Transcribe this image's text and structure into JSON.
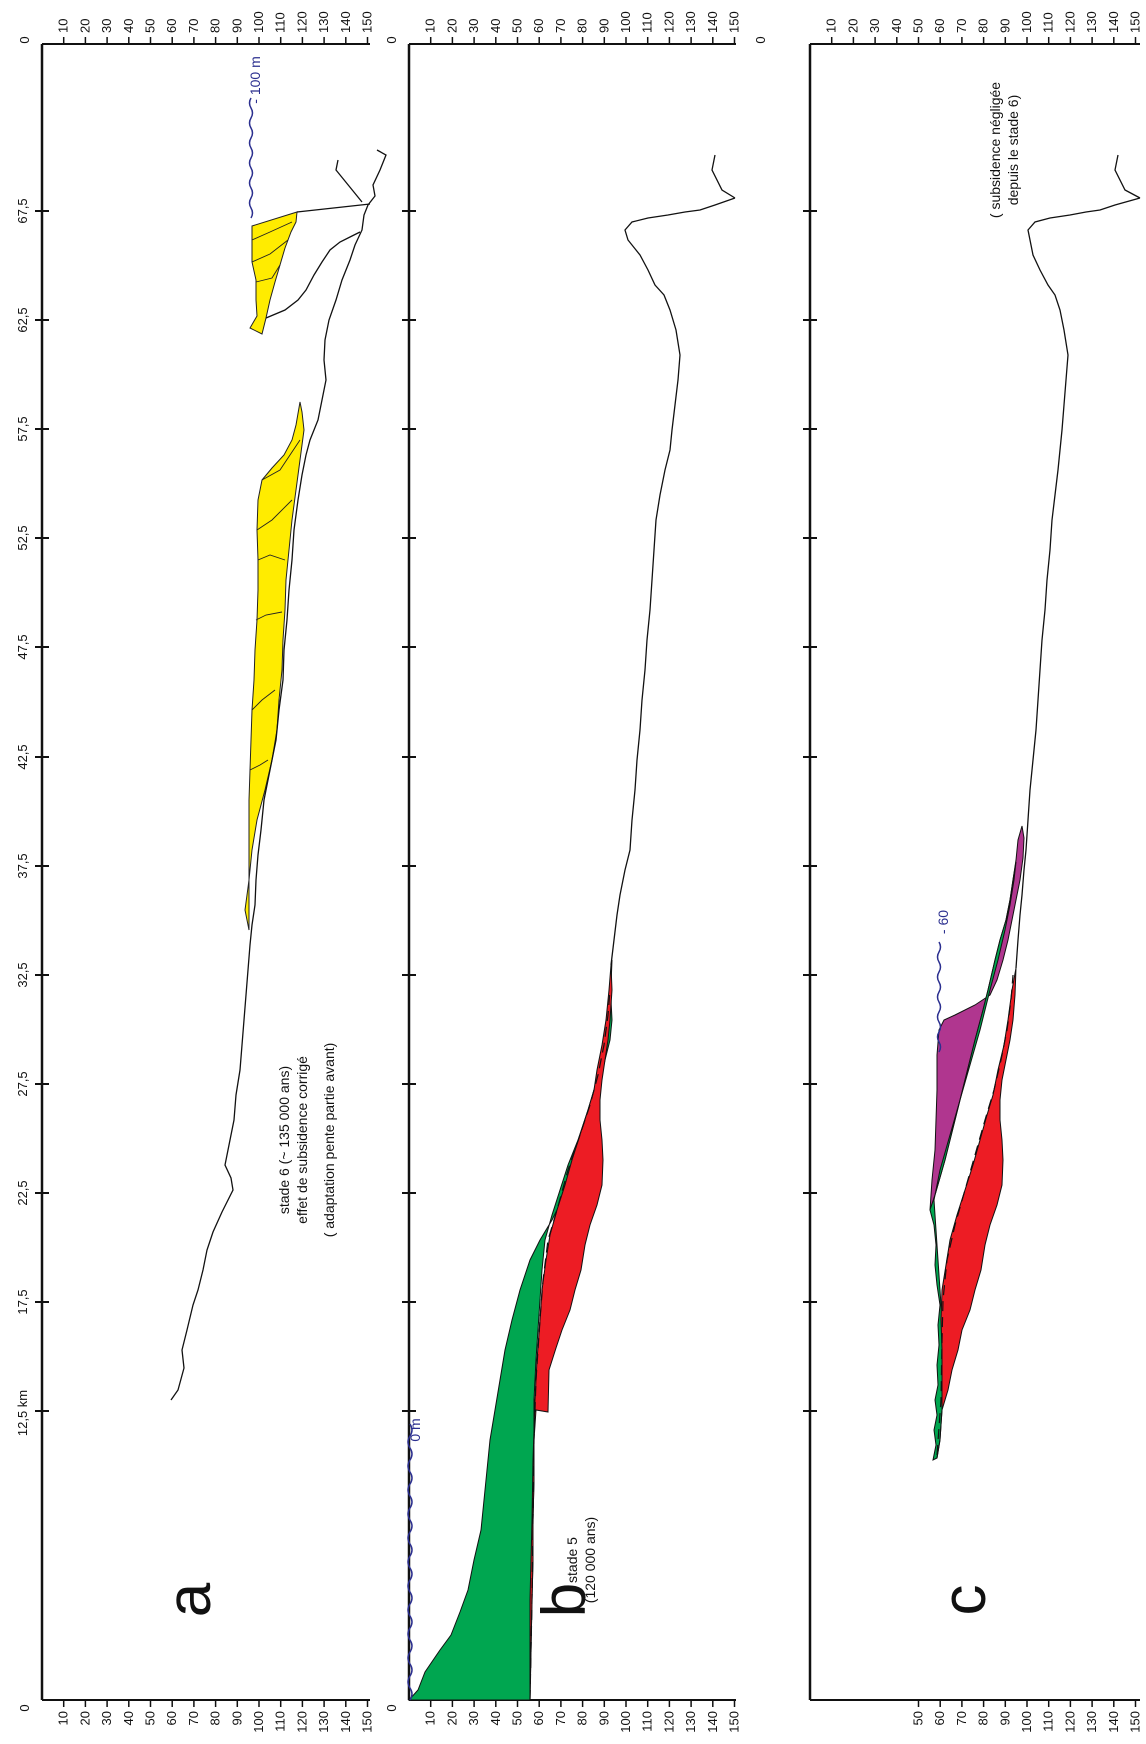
{
  "colors": {
    "axis": "#111111",
    "profile": "#111111",
    "sea_level": "#2b2f8f",
    "stage6": "#ffec00",
    "stage5_green": "#00a650",
    "stage5_red": "#ed1c24",
    "stage4_purple": "#b0368f"
  },
  "axis": {
    "km_ticks": [
      "12,5 km",
      "17,5",
      "22,5",
      "27,5",
      "32,5",
      "37,5",
      "42,5",
      "47,5",
      "52,5",
      "57,5",
      "62,5",
      "67,5"
    ],
    "depth_ticks_top": [
      "0",
      "10",
      "20",
      "30",
      "40",
      "50",
      "60",
      "70",
      "80",
      "90",
      "100",
      "110",
      "120",
      "130",
      "140",
      "150"
    ],
    "depth_ticks_bottom_a": [
      "0",
      "10",
      "20",
      "30",
      "40",
      "50",
      "60",
      "70",
      "80",
      "90",
      "100",
      "110",
      "120",
      "130",
      "140",
      "150"
    ],
    "depth_ticks_bottom_b": [
      "0",
      "10",
      "20",
      "30",
      "40",
      "50",
      "60",
      "70",
      "80",
      "90",
      "100",
      "110",
      "120",
      "130",
      "140",
      "150"
    ],
    "depth_ticks_bottom_c": [
      "50",
      "60",
      "70",
      "80",
      "90",
      "100",
      "110",
      "120",
      "130",
      "140",
      "150"
    ],
    "depth_ticks_left_c": [
      "0",
      "10",
      "20",
      "30",
      "40"
    ],
    "zero_labels": [
      "0",
      "0",
      "0"
    ]
  },
  "panels": [
    {
      "letter": "a",
      "annotation_lines": [
        "stade 6 (~ 135 000 ans)",
        "effet de subsidence corrigé",
        "( adaptation pente partie avant)"
      ],
      "sea_level_label": "- 100 m",
      "sea_level_depth": 100
    },
    {
      "letter": "b",
      "annotation_lines": [
        "stade 5",
        "(120 000 ans)"
      ],
      "sea_level_label": "0 m",
      "sea_level_depth": 0
    },
    {
      "letter": "c",
      "annotation_lines": [
        "( subsidence négligée",
        "depuis le stade 6)"
      ],
      "sea_level_label": "- 60",
      "sea_level_depth": 60
    }
  ]
}
